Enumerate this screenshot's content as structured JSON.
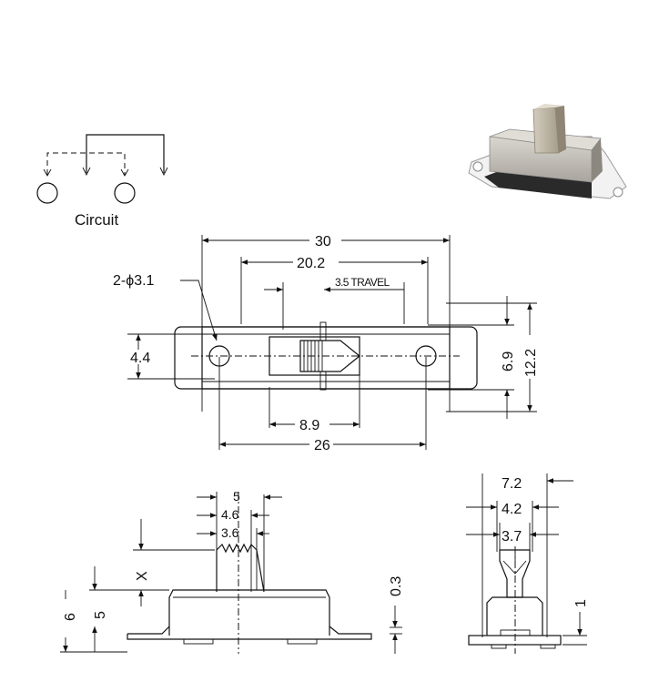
{
  "circuit": {
    "label": "Circuit"
  },
  "top_view": {
    "overall_length": "30",
    "hole_spacing_outer": "20.2",
    "travel": "3.5 TRAVEL",
    "hole_callout": "2-ϕ3.1",
    "hole_width": "4.4",
    "body_width": "6.9",
    "overall_width": "12.2",
    "actuator_length": "8.9",
    "hole_spacing": "26"
  },
  "side_view": {
    "dim_5": "5",
    "dim_4_6": "4.6",
    "dim_3_6": "3.6",
    "dim_x": "X",
    "dim_body_5": "5",
    "dim_total_6": "6",
    "dim_0_3": "0.3"
  },
  "end_view": {
    "dim_7_2": "7.2",
    "dim_4_2": "4.2",
    "dim_3_7": "3.7",
    "dim_1": "1"
  }
}
